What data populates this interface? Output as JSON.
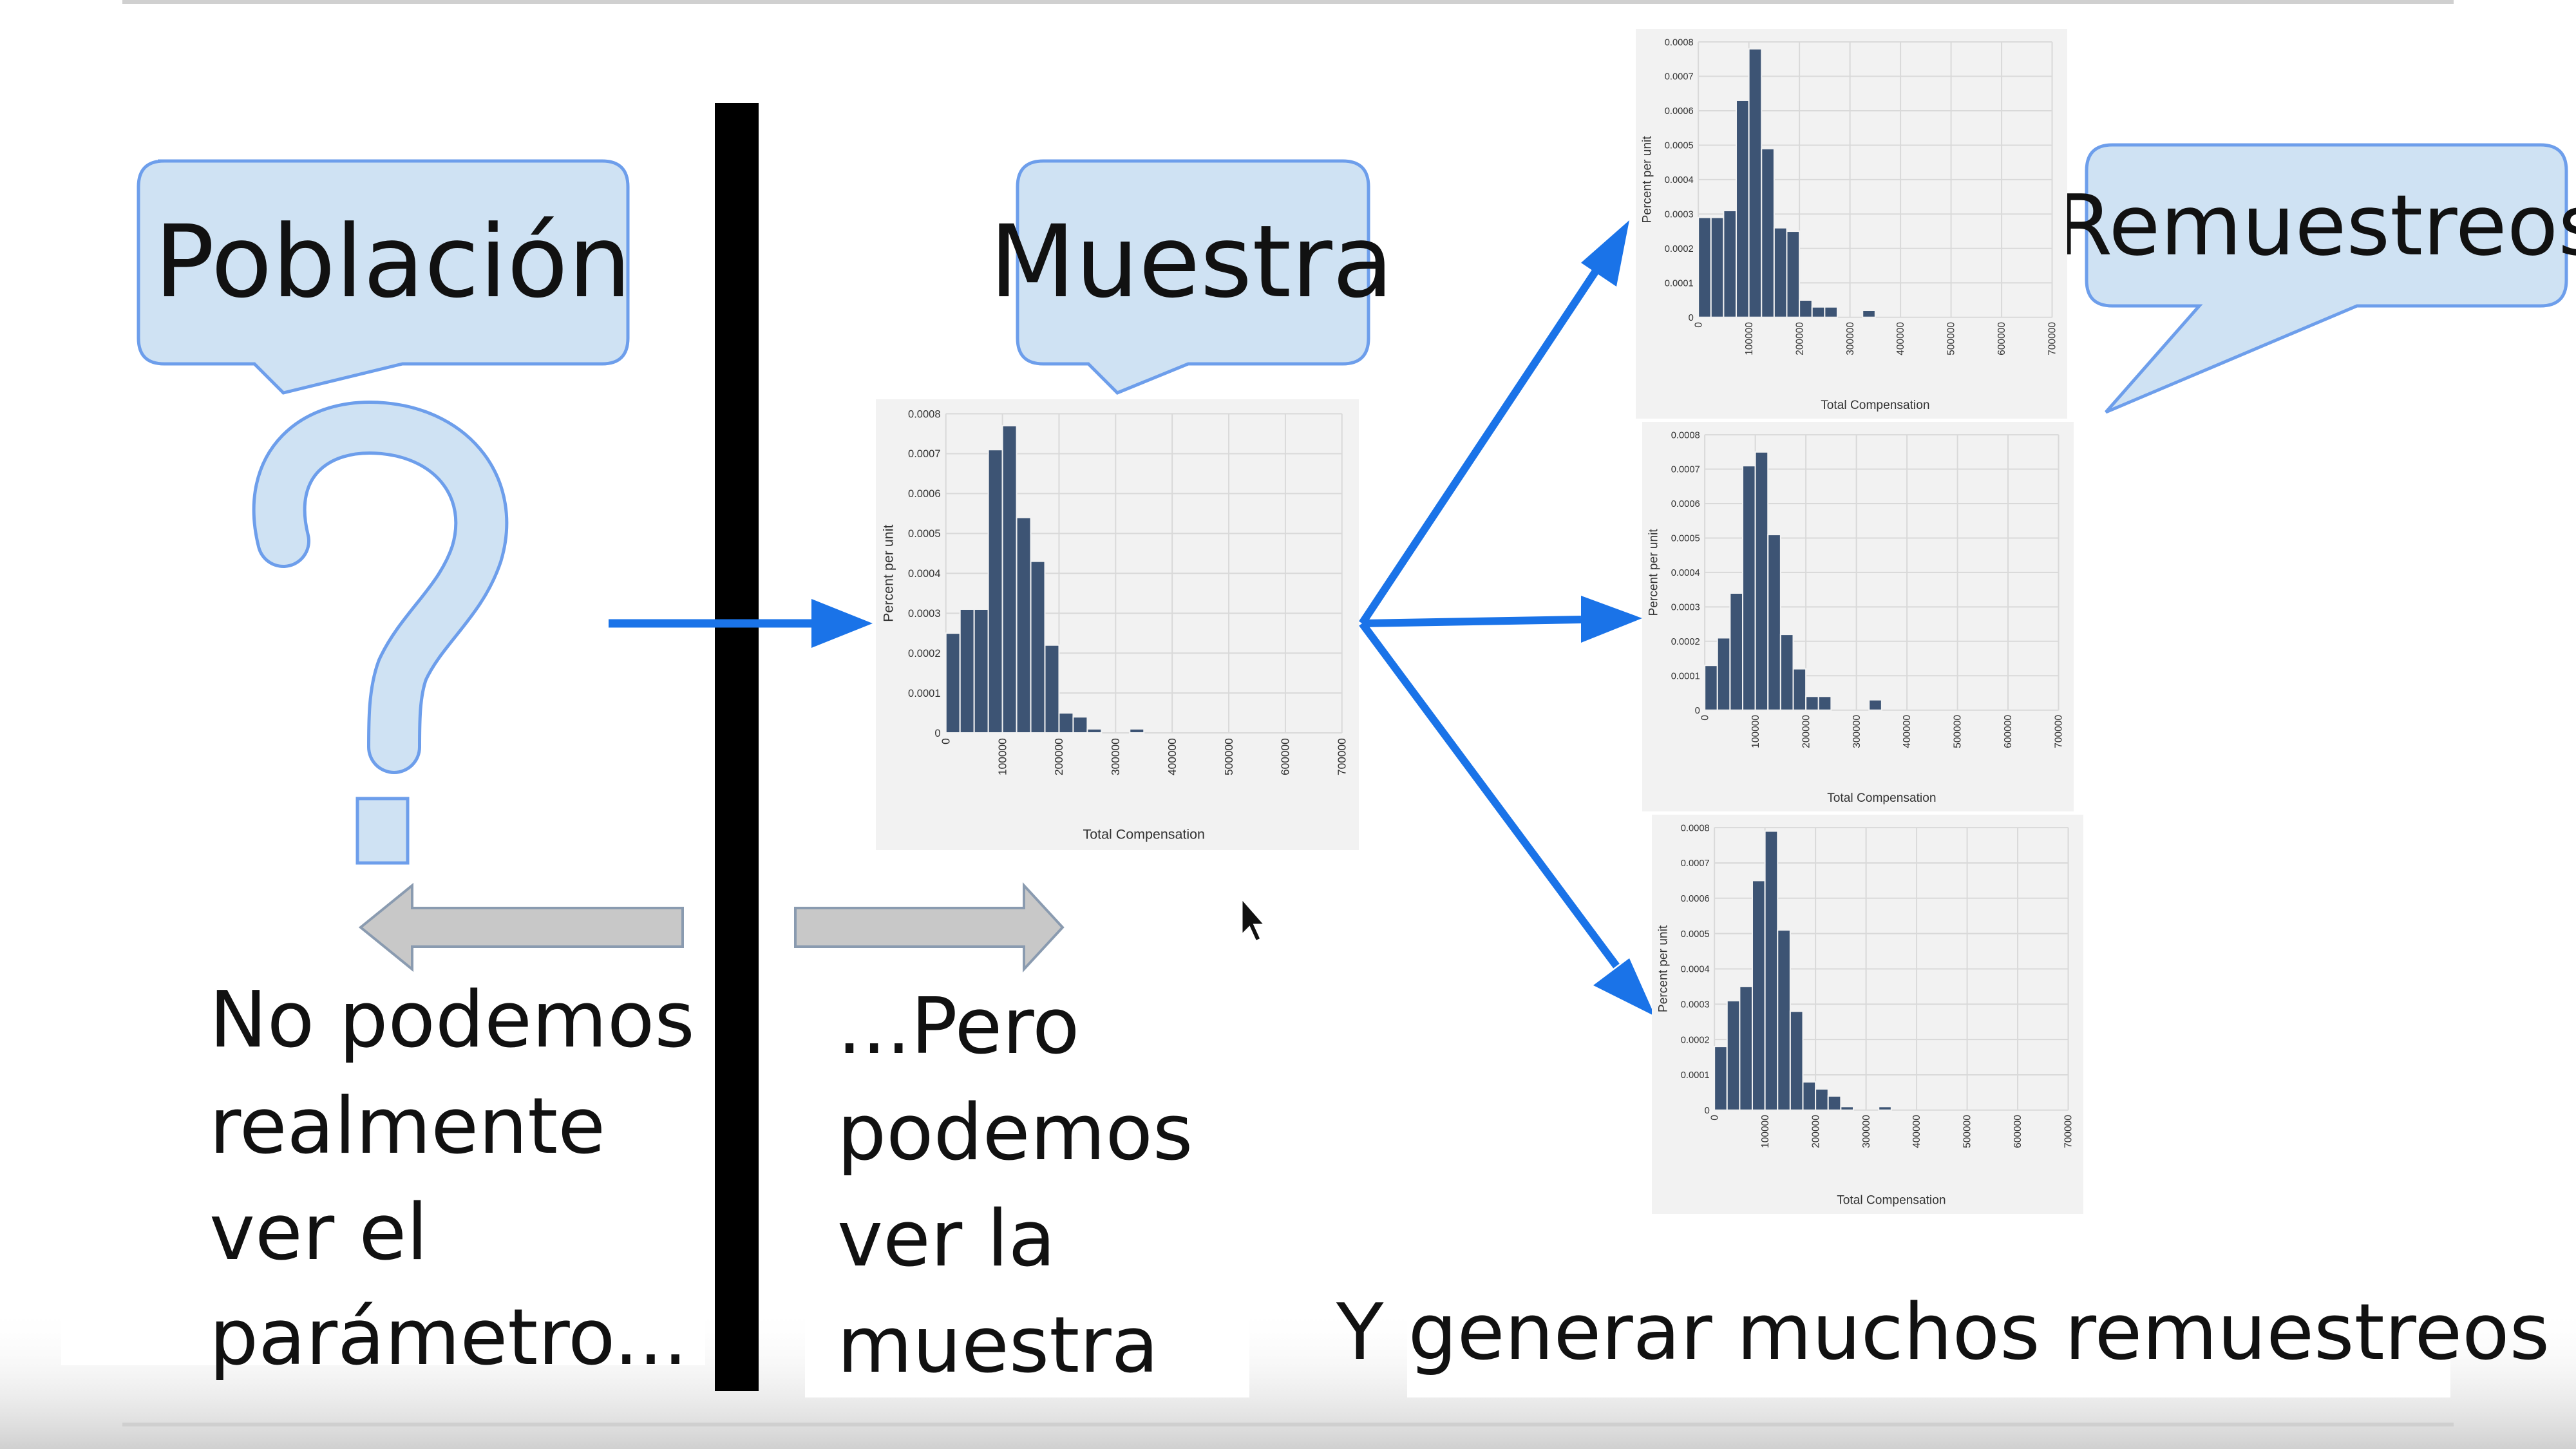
{
  "callouts": {
    "population": "Población",
    "sample": "Muestra",
    "resamples": "Remuestreos"
  },
  "captions": {
    "population": [
      "No  podemos",
      "realmente",
      "ver el",
      "parámetro..."
    ],
    "sample": [
      "...Pero",
      "podemos",
      "ver la",
      "muestra"
    ],
    "resamples": "Y generar muchos remuestreos"
  },
  "icons": {
    "question": "question-mark-icon",
    "cursor": "mouse-pointer-icon"
  },
  "colors": {
    "callout_fill": "#cfe2f3",
    "callout_stroke": "#6d9eeb",
    "arrow_blue": "#1a73e8",
    "bar_fill": "#3d5474",
    "block_arrow": "#c8c8c8"
  },
  "chart_data": [
    {
      "id": "sample",
      "type": "bar",
      "xlabel": "Total Compensation",
      "ylabel": "Percent per unit",
      "xticks": [
        "0",
        "100000",
        "200000",
        "300000",
        "400000",
        "500000",
        "600000",
        "700000"
      ],
      "yticks": [
        "0",
        "0.0001",
        "0.0002",
        "0.0003",
        "0.0004",
        "0.0005",
        "0.0006",
        "0.0007",
        "0.0008"
      ],
      "xlim": [
        0,
        700000
      ],
      "ylim": [
        0,
        0.0008
      ],
      "bin_width": 25000,
      "values": [
        0.00025,
        0.00031,
        0.00031,
        0.00071,
        0.00077,
        0.00054,
        0.00043,
        0.00022,
        5e-05,
        4e-05,
        1e-05,
        0,
        0,
        1e-05
      ]
    },
    {
      "id": "resample-1",
      "type": "bar",
      "xlabel": "Total Compensation",
      "ylabel": "Percent per unit",
      "xticks": [
        "0",
        "100000",
        "200000",
        "300000",
        "400000",
        "500000",
        "600000",
        "700000"
      ],
      "yticks": [
        "0",
        "0.0001",
        "0.0002",
        "0.0003",
        "0.0004",
        "0.0005",
        "0.0006",
        "0.0007",
        "0.0008"
      ],
      "xlim": [
        0,
        700000
      ],
      "ylim": [
        0,
        0.0008
      ],
      "bin_width": 25000,
      "values": [
        0.00029,
        0.00029,
        0.00031,
        0.00063,
        0.00078,
        0.00049,
        0.00026,
        0.00025,
        5e-05,
        3e-05,
        3e-05,
        0,
        0,
        2e-05
      ]
    },
    {
      "id": "resample-2",
      "type": "bar",
      "xlabel": "Total Compensation",
      "ylabel": "Percent per unit",
      "xticks": [
        "0",
        "100000",
        "200000",
        "300000",
        "400000",
        "500000",
        "600000",
        "700000"
      ],
      "yticks": [
        "0",
        "0.0001",
        "0.0002",
        "0.0003",
        "0.0004",
        "0.0005",
        "0.0006",
        "0.0007",
        "0.0008"
      ],
      "xlim": [
        0,
        700000
      ],
      "ylim": [
        0,
        0.0008
      ],
      "bin_width": 25000,
      "values": [
        0.00013,
        0.00021,
        0.00034,
        0.00071,
        0.00075,
        0.00051,
        0.00022,
        0.00012,
        4e-05,
        4e-05,
        0,
        0,
        0,
        3e-05
      ]
    },
    {
      "id": "resample-3",
      "type": "bar",
      "xlabel": "Total Compensation",
      "ylabel": "Percent per unit",
      "xticks": [
        "0",
        "100000",
        "200000",
        "300000",
        "400000",
        "500000",
        "600000",
        "700000"
      ],
      "yticks": [
        "0",
        "0.0001",
        "0.0002",
        "0.0003",
        "0.0004",
        "0.0005",
        "0.0006",
        "0.0007",
        "0.0008"
      ],
      "xlim": [
        0,
        700000
      ],
      "ylim": [
        0,
        0.0008
      ],
      "bin_width": 25000,
      "values": [
        0.00018,
        0.00031,
        0.00035,
        0.00065,
        0.00079,
        0.00051,
        0.00028,
        8e-05,
        6e-05,
        4e-05,
        1e-05,
        0,
        0,
        1e-05
      ]
    }
  ]
}
